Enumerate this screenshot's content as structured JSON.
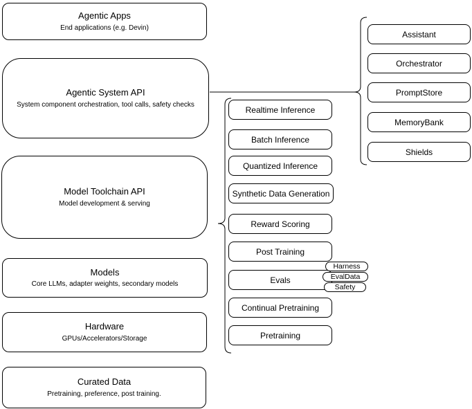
{
  "diagram": {
    "title_hint": "Agentic system architecture stack",
    "colors": {
      "stroke": "#000000",
      "fill": "#ffffff",
      "text": "#000000"
    },
    "left_stack": [
      {
        "title": "Agentic Apps",
        "subtitle": "End applications (e.g. Devin)"
      },
      {
        "title": "Agentic System API",
        "subtitle": "System component orchestration, tool calls, safety checks"
      },
      {
        "title": "Model Toolchain API",
        "subtitle": "Model development & serving"
      },
      {
        "title": "Models",
        "subtitle": "Core LLMs, adapter weights, secondary models"
      },
      {
        "title": "Hardware",
        "subtitle": "GPUs/Accelerators/Storage"
      },
      {
        "title": "Curated Data",
        "subtitle": "Pretraining, preference, post training."
      }
    ],
    "toolchain_components": {
      "connected_to": "Model Toolchain API",
      "items": [
        "Realtime Inference",
        "Batch Inference",
        "Quantized Inference",
        "Synthetic Data Generation",
        "Reward Scoring",
        "Post Training",
        "Evals",
        "Continual Pretraining",
        "Pretraining"
      ]
    },
    "eval_tags": [
      "Harness",
      "EvalData",
      "Safety"
    ],
    "system_components": {
      "connected_to": "Agentic System API",
      "items": [
        "Assistant",
        "Orchestrator",
        "PromptStore",
        "MemoryBank",
        "Shields"
      ]
    }
  }
}
